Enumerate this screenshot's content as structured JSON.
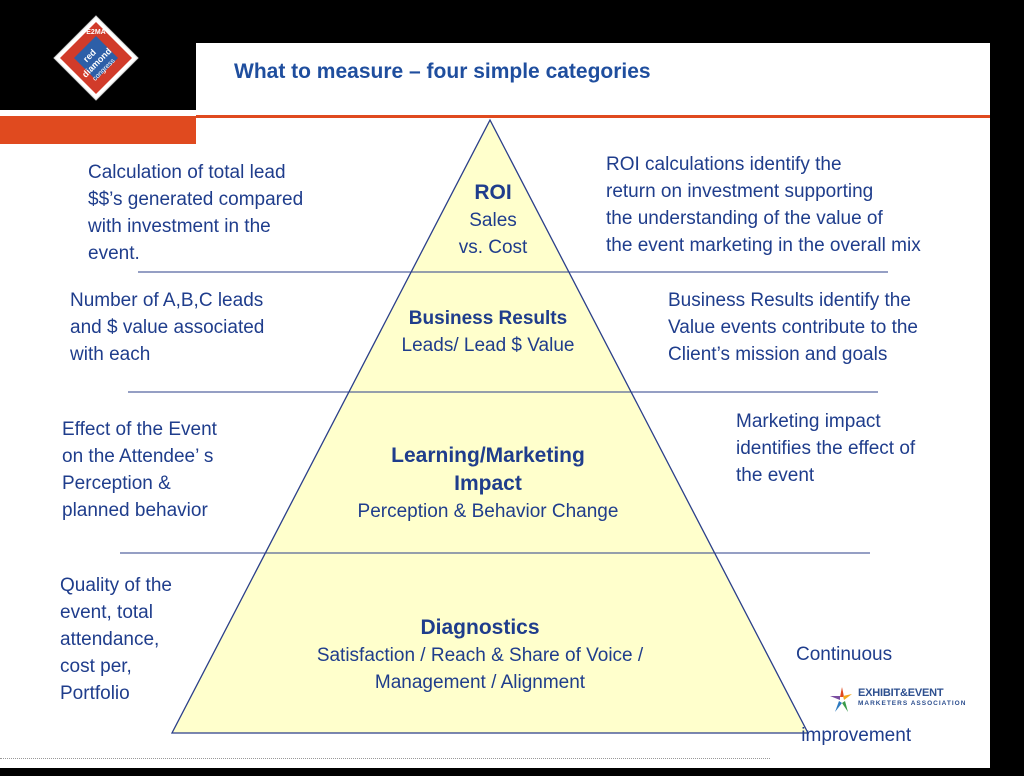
{
  "title": "What to measure – four simple categories",
  "colors": {
    "title": "#1f4e9e",
    "text": "#1f3d8c",
    "accent_orange": "#e04a1f",
    "pyramid_fill": "#ffffcc",
    "pyramid_stroke": "#2b3f8a"
  },
  "logo": {
    "org": "E2MA",
    "line1": "red",
    "line2": "diamond",
    "line3": "congress"
  },
  "eea_logo": {
    "name": "EXHIBIT&EVENT",
    "sub": "MARKETERS ASSOCIATION"
  },
  "pyramid": {
    "roi": {
      "title": "ROI",
      "line1": "Sales",
      "line2": "vs. Cost"
    },
    "business": {
      "title": "Business Results",
      "subtitle": "Leads/ Lead $ Value"
    },
    "learning": {
      "title_line1": "Learning/Marketing",
      "title_line2": "Impact",
      "subtitle": "Perception & Behavior Change"
    },
    "diagnostics": {
      "title": "Diagnostics",
      "line1": "Satisfaction / Reach & Share of Voice /",
      "line2": "Management / Alignment"
    }
  },
  "left_notes": {
    "roi": [
      "Calculation of total lead",
      "$$’s generated compared",
      "with investment in the",
      "event."
    ],
    "business": [
      "Number of A,B,C leads",
      "and $ value associated",
      "with each"
    ],
    "learning": [
      "Effect of the Event",
      "on the Attendee’ s",
      "Perception &",
      "planned behavior"
    ],
    "diagnostics": [
      "Quality of the",
      "event, total",
      "attendance,",
      "cost per,",
      "Portfolio"
    ]
  },
  "right_notes": {
    "roi": [
      "ROI calculations identify the",
      "return on investment supporting",
      "the understanding of the value of",
      "the event marketing in the overall mix"
    ],
    "business": [
      "Business Results identify the",
      "Value events contribute to the",
      "Client’s mission and goals"
    ],
    "learning": [
      "Marketing impact",
      "identifies the effect of",
      "the event"
    ],
    "diagnostics": [
      "Continuous",
      " improvement"
    ]
  }
}
